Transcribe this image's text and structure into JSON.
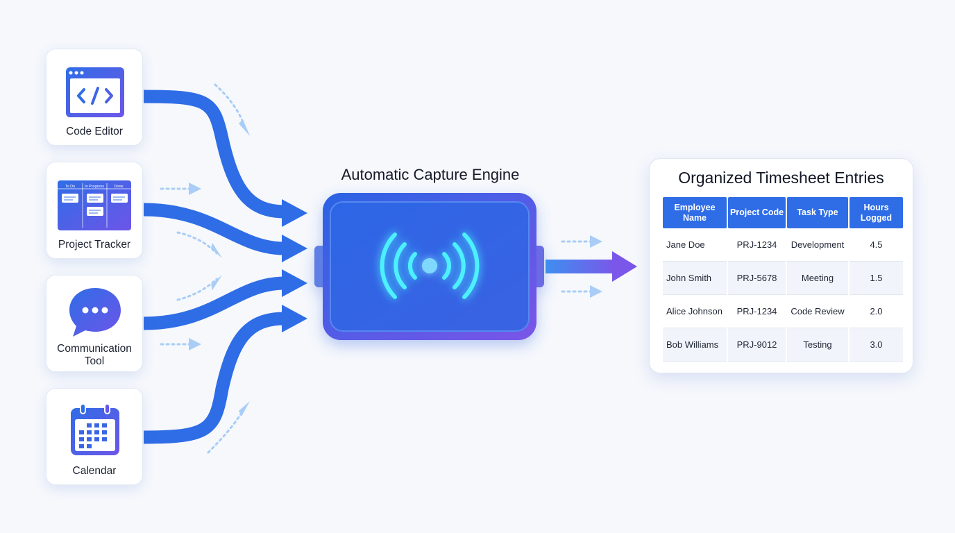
{
  "sources": [
    {
      "label": "Code Editor",
      "icon": "code-editor-icon"
    },
    {
      "label": "Project Tracker",
      "icon": "kanban-board-icon",
      "board_columns": [
        "To Do",
        "In Progress",
        "Done"
      ]
    },
    {
      "label": "Communication Tool",
      "icon": "chat-bubble-icon"
    },
    {
      "label": "Calendar",
      "icon": "calendar-icon"
    }
  ],
  "engine": {
    "title": "Automatic Capture Engine",
    "icon": "signal-waves-icon"
  },
  "timesheet": {
    "title": "Organized Timesheet Entries",
    "columns": [
      "Employee Name",
      "Project Code",
      "Task Type",
      "Hours Logged"
    ],
    "rows": [
      [
        "Jane Doe",
        "PRJ-1234",
        "Development",
        "4.5"
      ],
      [
        "John Smith",
        "PRJ-5678",
        "Meeting",
        "1.5"
      ],
      [
        "Alice Johnson",
        "PRJ-1234",
        "Code Review",
        "2.0"
      ],
      [
        "Bob Williams",
        "PRJ-9012",
        "Testing",
        "3.0"
      ]
    ]
  },
  "colors": {
    "flow_blue": "#2f6de6",
    "flow_purple": "#7b55e8",
    "glow_cyan": "#4ef0ff",
    "dotted_arrow": "#a9cdf6"
  }
}
